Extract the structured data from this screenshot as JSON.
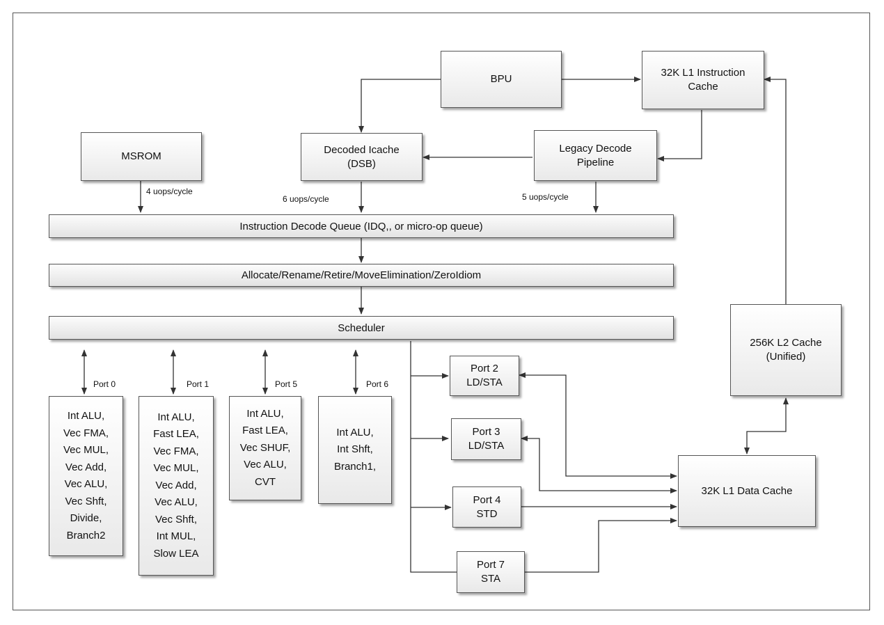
{
  "blocks": {
    "bpu": "BPU",
    "l1i": [
      "32K L1 Instruction",
      "Cache"
    ],
    "msrom": "MSROM",
    "dsb": [
      "Decoded Icache",
      "(DSB)"
    ],
    "legacy": [
      "Legacy Decode",
      "Pipeline"
    ],
    "idq": "Instruction Decode Queue (IDQ,, or micro-op queue)",
    "alloc": "Allocate/Rename/Retire/MoveElimination/ZeroIdiom",
    "scheduler": "Scheduler",
    "l2": [
      "256K L2 Cache",
      "(Unified)"
    ],
    "l1d": "32K L1 Data Cache"
  },
  "rates": {
    "msrom": "4 uops/cycle",
    "dsb": "6 uops/cycle",
    "legacy": "5 uops/cycle"
  },
  "exec_ports": [
    {
      "port": "Port 0",
      "units": [
        "Int ALU,",
        "Vec FMA,",
        "Vec MUL,",
        "Vec Add,",
        "Vec ALU,",
        "Vec Shft,",
        "Divide,",
        "Branch2"
      ]
    },
    {
      "port": "Port 1",
      "units": [
        "Int ALU,",
        "Fast LEA,",
        "Vec FMA,",
        "Vec MUL,",
        "Vec Add,",
        "Vec ALU,",
        "Vec Shft,",
        "Int MUL,",
        "Slow LEA"
      ]
    },
    {
      "port": "Port 5",
      "units": [
        "Int ALU,",
        "Fast LEA,",
        "Vec SHUF,",
        "Vec ALU,",
        "CVT"
      ]
    },
    {
      "port": "Port 6",
      "units": [
        "Int ALU,",
        "Int Shft,",
        "Branch1,"
      ]
    }
  ],
  "mem_ports": [
    [
      "Port 2",
      "LD/STA"
    ],
    [
      "Port 3",
      "LD/STA"
    ],
    [
      "Port 4",
      "STD"
    ],
    [
      "Port 7",
      "STA"
    ]
  ]
}
